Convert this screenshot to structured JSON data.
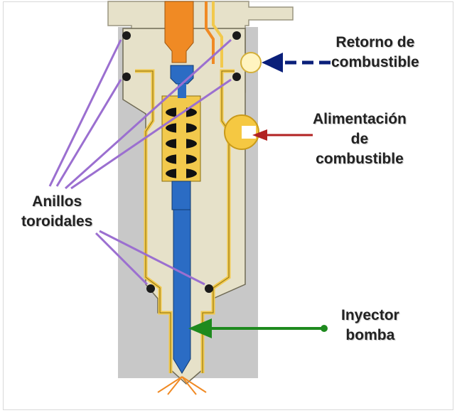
{
  "labels": {
    "fuel_return": [
      "Retorno de",
      "combustible"
    ],
    "fuel_supply": [
      "Alimentación",
      "de",
      "combustible"
    ],
    "o_rings": [
      "Anillos",
      "toroidales"
    ],
    "pump_injector": [
      "Inyector",
      "bomba"
    ]
  },
  "colors": {
    "housing_gray": "#c8c8c8",
    "body_tan": "#e6e1c9",
    "fuel_channel": "#f2c94c",
    "plunger_blue": "#2b6cc4",
    "top_orange": "#f08a24",
    "o_ring": "#1a1a1a",
    "return_arrow": "#0a1f7a",
    "supply_arrow": "#b22222",
    "injector_arrow": "#1e8a1e",
    "o_ring_pointer": "#9b6fd0"
  },
  "icons": [
    "fuel-return-arrow",
    "fuel-supply-arrow",
    "injector-pointer-arrow",
    "o-ring-pointer-lines",
    "fuel-spray-icon"
  ]
}
